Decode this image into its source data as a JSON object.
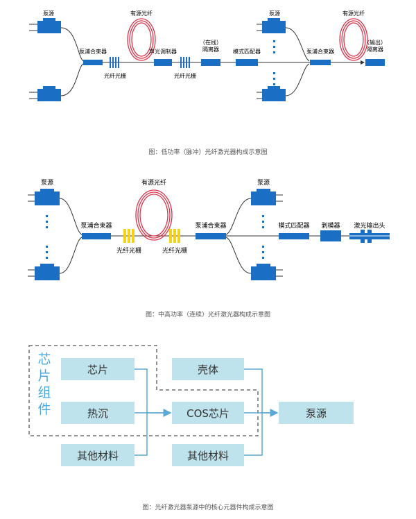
{
  "diagram1": {
    "labels": {
      "pump_tl": "泵源",
      "active_fiber_1": "有源光纤",
      "pump_tr": "泵源",
      "active_fiber_2": "有源光纤",
      "combiner_1": "泵浦合束器",
      "aom": "声光调制器",
      "isolator_inline": "（在线）\n隔离器",
      "mode_matcher": "模式匹配器",
      "combiner_2": "泵浦合束器",
      "isolator_output": "（输出）\n隔离器",
      "grating_1": "光纤光栅",
      "grating_2": "光纤光栅"
    },
    "caption": "图：低功率（脉冲）光纤激光器构成示意图"
  },
  "diagram2": {
    "labels": {
      "pump_tl": "泵源",
      "active_fiber": "有源光纤",
      "pump_tr": "泵源",
      "combiner_1": "泵浦合束器",
      "combiner_2": "泵浦合束器",
      "mode_matcher": "模式匹配器",
      "stripper": "剥模器",
      "output_head": "激光输出头",
      "grating_1": "光纤光栅",
      "grating_2": "光纤光栅"
    },
    "caption": "图：中高功率（连续）光纤激光器构成示意图"
  },
  "diagram3": {
    "group_label": "芯片组件",
    "group_chars": [
      "芯",
      "片",
      "组",
      "件"
    ],
    "boxes": {
      "chip": "芯片",
      "heatsink": "热沉",
      "other_left": "其他材料",
      "housing": "壳体",
      "cos_chip": "COS芯片",
      "other_right": "其他材料",
      "pump_source": "泵源"
    },
    "caption": "图：光纤激光器泵源中的核心元器件构成示意图"
  },
  "colors": {
    "component_blue": "#1a6fc4",
    "fiber_red": "#d9344a",
    "grating_yellow": "#f4d21a",
    "box_fill": "#bfe3ec",
    "arrow_blue": "#5aa9d6",
    "group_label": "#4aa8dc"
  }
}
